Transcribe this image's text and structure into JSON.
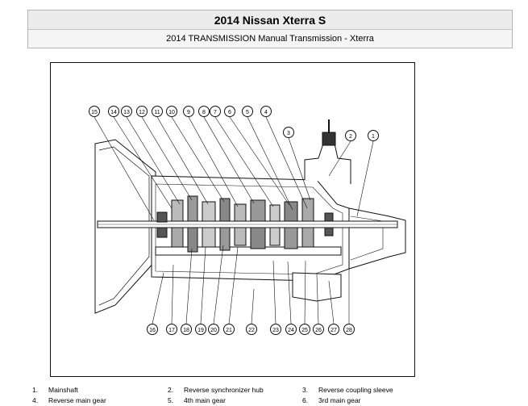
{
  "header": {
    "title": "2014 Nissan Xterra S",
    "subtitle": "2014 TRANSMISSION Manual Transmission - Xterra"
  },
  "figure": {
    "callouts_top": [
      "15",
      "14",
      "13",
      "12",
      "11",
      "10",
      "9",
      "8",
      "7",
      "6",
      "5",
      "4",
      "3",
      "2",
      "1"
    ],
    "callouts_bottom": [
      "16",
      "17",
      "18",
      "19",
      "20",
      "21",
      "22",
      "23",
      "24",
      "25",
      "26",
      "27",
      "28"
    ]
  },
  "legend": [
    {
      "num": "1.",
      "label": "Mainshaft"
    },
    {
      "num": "2.",
      "label": "Reverse synchronizer hub"
    },
    {
      "num": "3.",
      "label": "Reverse coupling sleeve"
    },
    {
      "num": "4.",
      "label": "Reverse main gear"
    },
    {
      "num": "5.",
      "label": "4th main gear"
    },
    {
      "num": "6.",
      "label": "3rd main gear"
    }
  ]
}
